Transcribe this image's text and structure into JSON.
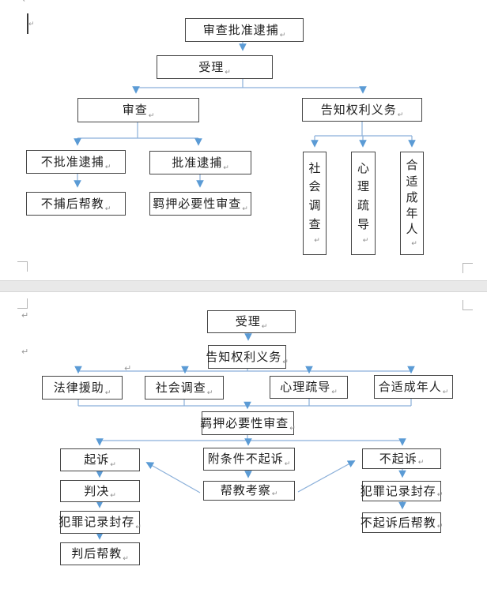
{
  "pilcrow": "↵",
  "colors": {
    "arrow_line": "#8aafd9",
    "arrow_head": "#5b9bd5",
    "box_border": "#454545",
    "page_gap": "#e9e9e9"
  },
  "page1_flowchart": {
    "nodes": [
      {
        "label": "审查批准逮捕"
      },
      {
        "label": "受理"
      },
      {
        "label": "审查"
      },
      {
        "label": "告知权利义务"
      },
      {
        "label": "不批准逮捕"
      },
      {
        "label": "批准逮捕"
      },
      {
        "label": "不捕后帮教"
      },
      {
        "label": "羁押必要性审查"
      },
      {
        "label": "社会调查",
        "orientation": "vertical"
      },
      {
        "label": "心理疏导",
        "orientation": "vertical"
      },
      {
        "label": "合适成年人",
        "orientation": "vertical"
      }
    ]
  },
  "page2_flowchart": {
    "nodes": [
      {
        "label": "受理"
      },
      {
        "label": "告知权利义务"
      },
      {
        "label": "法律援助"
      },
      {
        "label": "社会调查"
      },
      {
        "label": "心理疏导"
      },
      {
        "label": "合适成年人"
      },
      {
        "label": "羁押必要性审查"
      },
      {
        "label": "起诉"
      },
      {
        "label": "附条件不起诉"
      },
      {
        "label": "不起诉"
      },
      {
        "label": "判决"
      },
      {
        "label": "帮教考察"
      },
      {
        "label": "犯罪记录封存"
      },
      {
        "label": "犯罪记录封存"
      },
      {
        "label": "不起诉后帮教"
      },
      {
        "label": "判后帮教"
      }
    ]
  }
}
